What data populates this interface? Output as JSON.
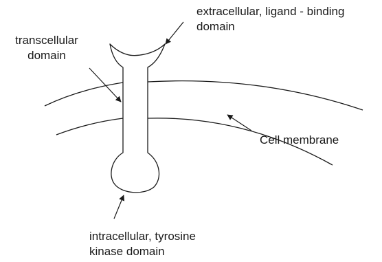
{
  "diagram": {
    "labels": {
      "extracellular": {
        "line1": "extracellular, ligand - binding",
        "line2": "domain"
      },
      "transcellular": {
        "line1": "transcellular",
        "line2": "domain"
      },
      "membrane": {
        "line1": "Cell membrane"
      },
      "intracellular": {
        "line1": "intracellular, tyrosine",
        "line2": "kinase domain"
      }
    },
    "colors": {
      "stroke": "#1a1a1a",
      "background": "#ffffff"
    }
  }
}
